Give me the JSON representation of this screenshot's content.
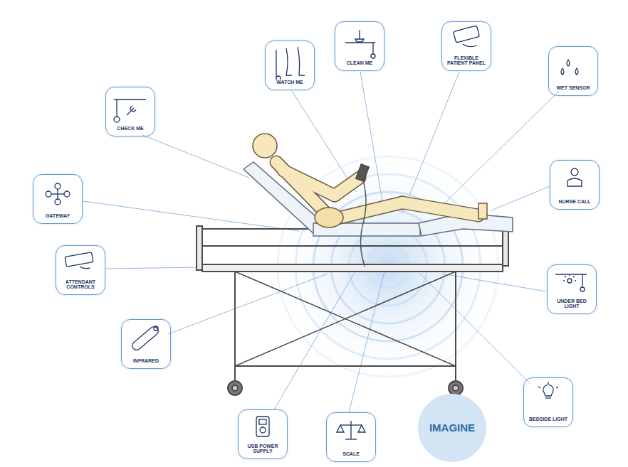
{
  "diagram": {
    "nodes": [
      {
        "text": [
          "CLEAN ME"
        ]
      },
      {
        "text": [
          "FLEXIBLE PATIENT PANEL"
        ]
      },
      {
        "text": [
          "WATCH ME"
        ]
      },
      {
        "text": [
          "WET SENSOR"
        ]
      },
      {
        "text": [
          "CHECK ME"
        ]
      },
      {
        "text": [
          "NURSE CALL"
        ]
      },
      {
        "text": [
          "GATEWAY"
        ]
      },
      {
        "text": [
          "ATTENDANT CONTROLS"
        ]
      },
      {
        "text": [
          "UNDER BED LIGHT"
        ]
      },
      {
        "text": [
          "INFRARED"
        ]
      },
      {
        "text": [
          "BEDSIDE LIGHT"
        ]
      },
      {
        "text": [
          "USB POWER SUPPLY"
        ]
      },
      {
        "text": [
          "SCALE"
        ]
      },
      {
        "text": [
          "IMAGINE"
        ]
      }
    ]
  }
}
